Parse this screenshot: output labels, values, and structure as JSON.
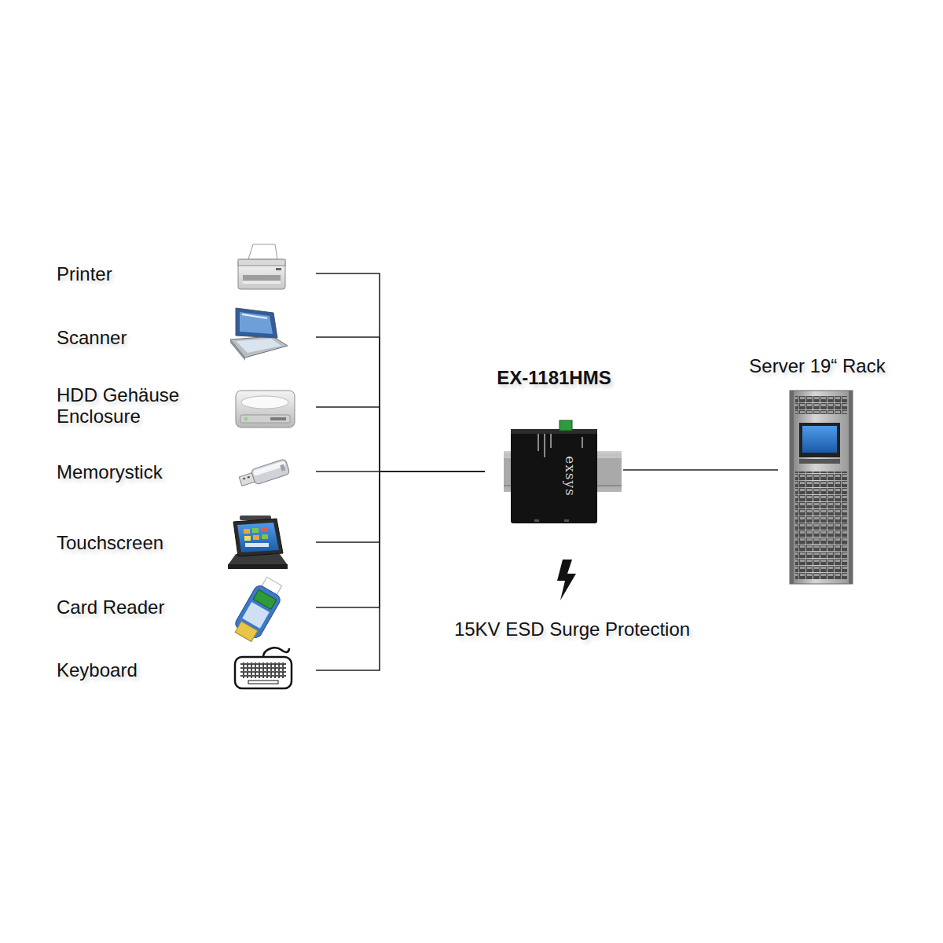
{
  "diagram": {
    "nodes": [
      {
        "text": [
          "Printer"
        ]
      },
      {
        "text": [
          "Scanner"
        ]
      },
      {
        "text": [
          "HDD Gehäuse Enclosure"
        ]
      },
      {
        "text": [
          "Memorystick"
        ]
      },
      {
        "text": [
          "Touchscreen"
        ]
      },
      {
        "text": [
          "Card Reader"
        ]
      },
      {
        "text": [
          "Keyboard"
        ]
      },
      {
        "text": [
          "EX-1181HMS"
        ]
      },
      {
        "text": [
          "Server 19“ Rack"
        ]
      }
    ],
    "edges": [
      {
        "from": 0,
        "to": 7,
        "arrow": "none"
      },
      {
        "from": 1,
        "to": 7,
        "arrow": "none"
      },
      {
        "from": 2,
        "to": 7,
        "arrow": "none"
      },
      {
        "from": 3,
        "to": 7,
        "arrow": "none"
      },
      {
        "from": 4,
        "to": 7,
        "arrow": "none"
      },
      {
        "from": 5,
        "to": 7,
        "arrow": "none"
      },
      {
        "from": 6,
        "to": 7,
        "arrow": "none"
      },
      {
        "from": 7,
        "to": 8,
        "arrow": "none"
      }
    ],
    "labels": [
      "exsys",
      "15KV ESD Surge Protection"
    ]
  }
}
